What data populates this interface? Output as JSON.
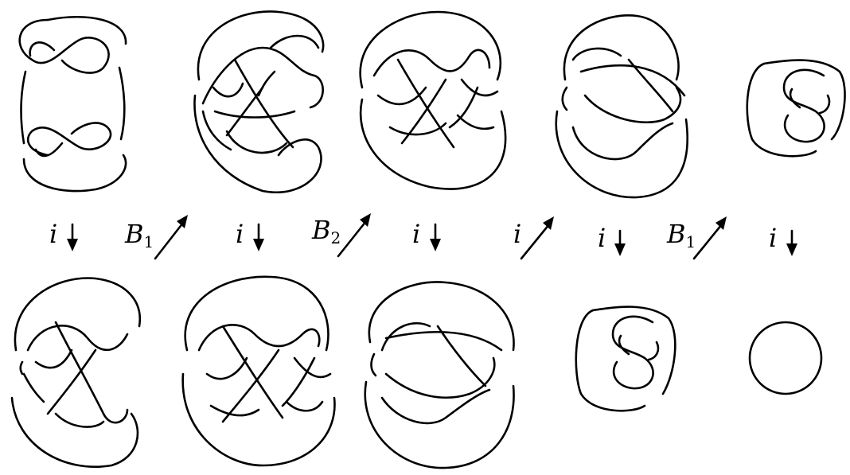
{
  "diagram": {
    "labels": [
      {
        "symbol": "i",
        "subscript": ""
      },
      {
        "symbol": "B",
        "subscript": "1"
      },
      {
        "symbol": "i",
        "subscript": ""
      },
      {
        "symbol": "B",
        "subscript": "2"
      },
      {
        "symbol": "i",
        "subscript": ""
      },
      {
        "symbol": "i",
        "subscript": ""
      },
      {
        "symbol": "i",
        "subscript": ""
      },
      {
        "symbol": "B",
        "subscript": "1"
      },
      {
        "symbol": "i",
        "subscript": ""
      }
    ],
    "stroke_color": "#000000",
    "background": "#ffffff"
  }
}
